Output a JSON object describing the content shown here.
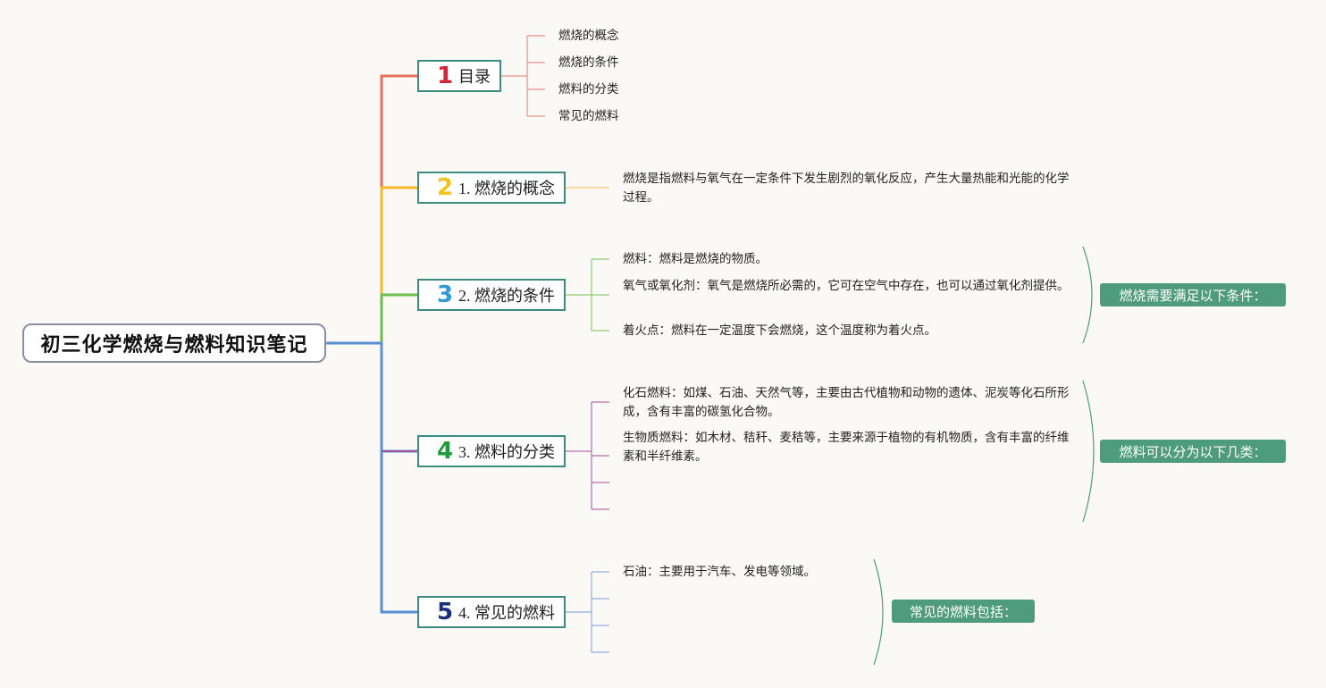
{
  "root": {
    "title": "初三化学燃烧与燃料知识笔记"
  },
  "colors": {
    "branch1": "#e8705d",
    "branch2": "#f7b829",
    "branch3": "#6dbd4f",
    "branch4": "#a2559c",
    "branch5": "#5b8fd1",
    "topic_border": "#3d8a7e",
    "label_bg": "#4e9b7d",
    "num1": "#d0283a",
    "num2": "#f4c21f",
    "num3": "#2f9ad5",
    "num4": "#1f9b3a",
    "num5": "#1a2f7a"
  },
  "topics": [
    {
      "num": "1",
      "label": "目录",
      "children": [
        "燃烧的概念",
        "燃烧的条件",
        "燃料的分类",
        "常见的燃料"
      ]
    },
    {
      "num": "2",
      "label": "1. 燃烧的概念",
      "children": [
        "燃烧是指燃料与氧气在一定条件下发生剧烈的氧化反应，产生大量热能和光能的化学过程。"
      ]
    },
    {
      "num": "3",
      "label": "2. 燃烧的条件",
      "children": [
        "燃料：燃料是燃烧的物质。",
        "氧气或氧化剂：氧气是燃烧所必需的，它可在空气中存在，也可以通过氧化剂提供。",
        "着火点：燃料在一定温度下会燃烧，这个温度称为着火点。"
      ],
      "summary": "燃烧需要满足以下条件："
    },
    {
      "num": "4",
      "label": "3. 燃料的分类",
      "children": [
        "化石燃料：如煤、石油、天然气等，主要由古代植物和动物的遗体、泥炭等化石所形成，含有丰富的碳氢化合物。",
        "生物质燃料：如木材、秸秆、麦秸等，主要来源于植物的有机物质，含有丰富的纤维素和半纤维素。",
        "",
        ""
      ],
      "summary": "燃料可以分为以下几类："
    },
    {
      "num": "5",
      "label": "4. 常见的燃料",
      "children": [
        "石油：主要用于汽车、发电等领域。",
        "",
        "",
        ""
      ],
      "summary": "常见的燃料包括："
    }
  ]
}
